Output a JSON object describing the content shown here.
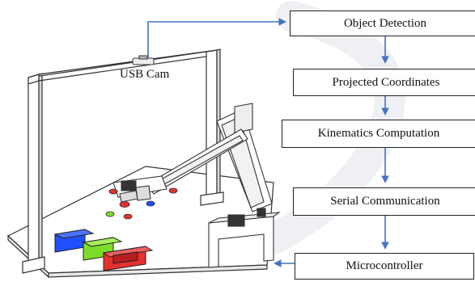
{
  "camera_label": "USB Cam",
  "pipeline": [
    {
      "id": "object-detection",
      "label": "Object Detection"
    },
    {
      "id": "projected-coordinates",
      "label": "Projected Coordinates"
    },
    {
      "id": "kinematics-computation",
      "label": "Kinematics Computation"
    },
    {
      "id": "serial-communication",
      "label": "Serial Communication"
    },
    {
      "id": "microcontroller",
      "label": "Microcontroller"
    }
  ],
  "colors": {
    "arrow": "#4472c4",
    "box_blue": "#1f4fff",
    "box_green": "#7ddc2a",
    "box_red": "#e53030",
    "frame_stroke": "#333333"
  }
}
